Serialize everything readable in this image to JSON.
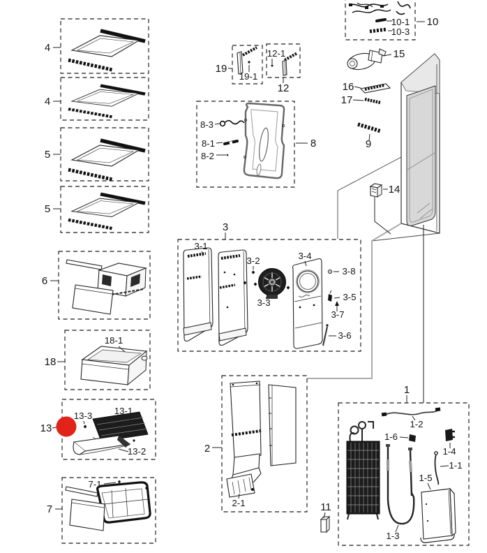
{
  "diagram": {
    "kind": "exploded-parts-diagram",
    "highlight": {
      "color": "#e2231a",
      "target": "13"
    },
    "callouts": {
      "g4a": "4",
      "g4b": "4",
      "g5a": "5",
      "g5b": "5",
      "g6": "6",
      "g18": "18",
      "g18_1": "18-1",
      "g13": "13",
      "g13_1": "13-1",
      "g13_2": "13-2",
      "g13_3": "13-3",
      "g7": "7",
      "g7_1": "7-1",
      "g19": "19",
      "g19_1": "19-1",
      "g12": "12",
      "g12_1": "12-1",
      "g8": "8",
      "g8_1": "8-1",
      "g8_2": "8-2",
      "g8_3": "8-3",
      "g3": "3",
      "g3_1": "3-1",
      "g3_2": "3-2",
      "g3_3": "3-3",
      "g3_4": "3-4",
      "g3_5": "3-5",
      "g3_6": "3-6",
      "g3_7": "3-7",
      "g3_8": "3-8",
      "g2": "2",
      "g2_1": "2-1",
      "g10": "10",
      "g10_1": "10-1",
      "g10_3": "10-3",
      "g15": "15",
      "g16": "16",
      "g17": "17",
      "g9": "9",
      "g14": "14",
      "g1": "1",
      "g1_1": "1-1",
      "g1_2": "1-2",
      "g1_3": "1-3",
      "g1_4": "1-4",
      "g1_5": "1-5",
      "g1_6": "1-6",
      "g11": "11"
    }
  }
}
